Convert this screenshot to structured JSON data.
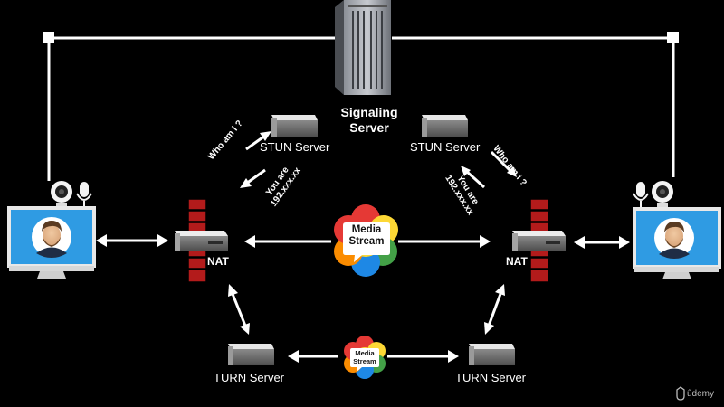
{
  "signaling_server": {
    "label_line1": "Signaling",
    "label_line2": "Server"
  },
  "stun_servers": {
    "left_label": "STUN Server",
    "right_label": "STUN Server"
  },
  "turn_servers": {
    "left_label": "TURN Server",
    "right_label": "TURN Server"
  },
  "nats": {
    "left_label": "NAT",
    "right_label": "NAT"
  },
  "stun_exchange": {
    "request_text": "Who am i ?",
    "response_line1": "You are",
    "response_line2": "192.xxx.xx"
  },
  "media_stream": {
    "line1": "Media",
    "line2": "Stream"
  },
  "brand": "ûdemy",
  "colors": {
    "background": "#000000",
    "lines": "#ffffff",
    "firewall_brick": "#b31b1b",
    "monitor_screen": "#2f9be3",
    "webrtc_red": "#e53935",
    "webrtc_blue": "#1e88e5",
    "webrtc_green": "#43a047",
    "webrtc_orange": "#fb8c00",
    "webrtc_yellow": "#fdd835"
  },
  "icons": {
    "server_tower": "server-tower-icon",
    "server_box": "server-box-icon",
    "firewall": "firewall-icon",
    "monitor": "monitor-icon",
    "avatar": "avatar-icon",
    "webcam": "webcam-icon",
    "microphone": "microphone-icon",
    "webrtc_logo": "webrtc-logo-icon"
  }
}
